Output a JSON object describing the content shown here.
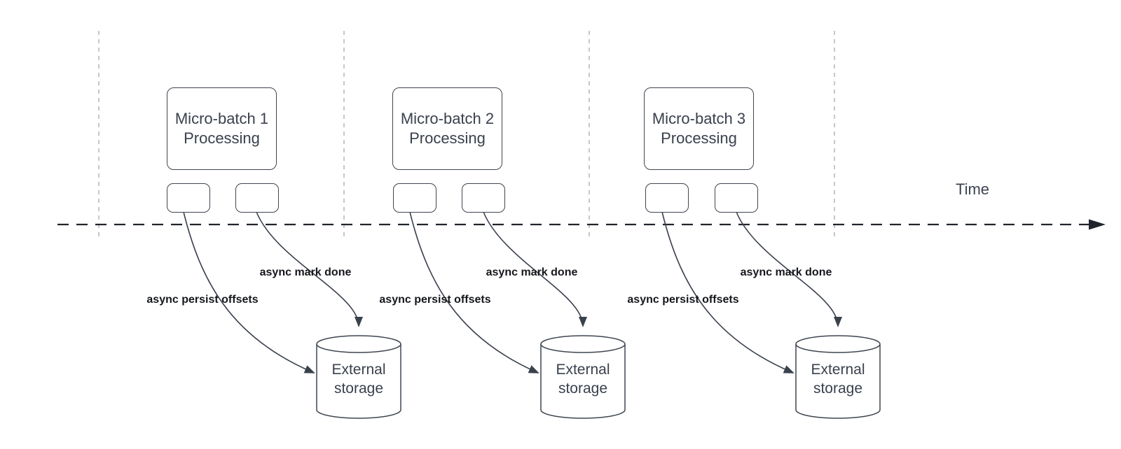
{
  "diagram": {
    "time_label": "Time",
    "groups": [
      {
        "title_lines": [
          "Micro-batch 1",
          "Processing"
        ],
        "persist_label": "async persist offsets",
        "done_label": "async mark done",
        "storage_label": "External storage"
      },
      {
        "title_lines": [
          "Micro-batch 2",
          "Processing"
        ],
        "persist_label": "async persist offsets",
        "done_label": "async mark done",
        "storage_label": "External storage"
      },
      {
        "title_lines": [
          "Micro-batch 3",
          "Processing"
        ],
        "persist_label": "async persist offsets",
        "done_label": "async mark done",
        "storage_label": "External storage"
      }
    ],
    "colors": {
      "shape_stroke": "#3f4650",
      "shape_text": "#3a414d",
      "label_text": "#15171c",
      "axis_line": "#20242c",
      "gridline": "#a9a9a9",
      "background": "#ffffff"
    }
  }
}
